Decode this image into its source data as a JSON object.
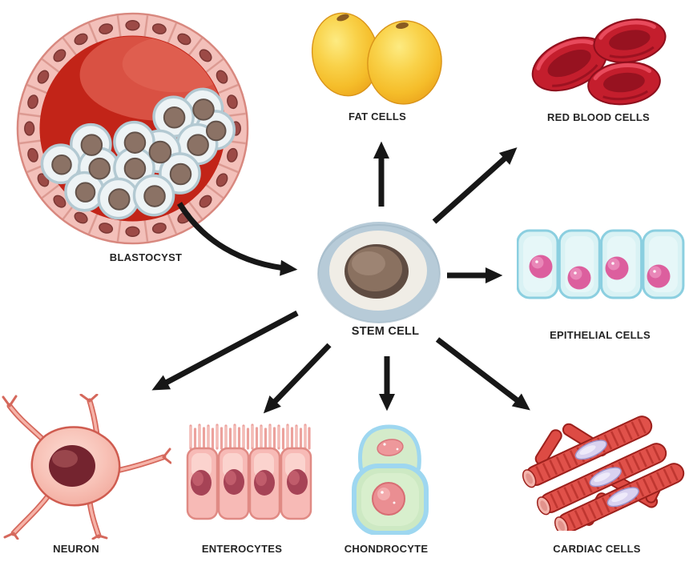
{
  "diagram": {
    "nodes": {
      "blastocyst": {
        "label": "BLASTOCYST"
      },
      "stem_cell": {
        "label": "STEM CELL"
      },
      "fat_cells": {
        "label": "FAT CELLS"
      },
      "red_blood_cells": {
        "label": "RED BLOOD CELLS"
      },
      "epithelial_cells": {
        "label": "EPITHELIAL CELLS"
      },
      "neuron": {
        "label": "NEURON"
      },
      "enterocytes": {
        "label": "ENTEROCYTES"
      },
      "chondrocyte": {
        "label": "CHONDROCYTE"
      },
      "cardiac_cells": {
        "label": "CARDIAC CELLS"
      }
    },
    "edges": [
      {
        "from": "blastocyst",
        "to": "stem_cell",
        "shape": "curved"
      },
      {
        "from": "stem_cell",
        "to": "fat_cells",
        "shape": "straight"
      },
      {
        "from": "stem_cell",
        "to": "red_blood_cells",
        "shape": "straight"
      },
      {
        "from": "stem_cell",
        "to": "epithelial_cells",
        "shape": "straight"
      },
      {
        "from": "stem_cell",
        "to": "cardiac_cells",
        "shape": "straight"
      },
      {
        "from": "stem_cell",
        "to": "chondrocyte",
        "shape": "straight"
      },
      {
        "from": "stem_cell",
        "to": "enterocytes",
        "shape": "straight"
      },
      {
        "from": "stem_cell",
        "to": "neuron",
        "shape": "straight"
      }
    ],
    "palette": {
      "arrow": "#171717",
      "label_text": "#242424",
      "stem_cell_ring": "#b7cbd8",
      "stem_cell_nucleus": "#6c5950",
      "blastocyst_interior": "#c22418",
      "blastocyst_ring": "#f3c0ba",
      "fat_cell_yellow": "#f7c633",
      "red_blood_cell": "#c41e2d",
      "epithelial_fill": "#d9f2f4",
      "epithelial_nucleus": "#dc5f9e",
      "neuron_body": "#f3a99c",
      "neuron_nucleus": "#74242f",
      "enterocyte_pink": "#f7bab6",
      "chondrocyte_outline": "#9ed7f0",
      "chondrocyte_fill": "#cde9c3",
      "cardiac_red": "#e0514a",
      "cardiac_nucleus": "#d9d2f0"
    }
  }
}
